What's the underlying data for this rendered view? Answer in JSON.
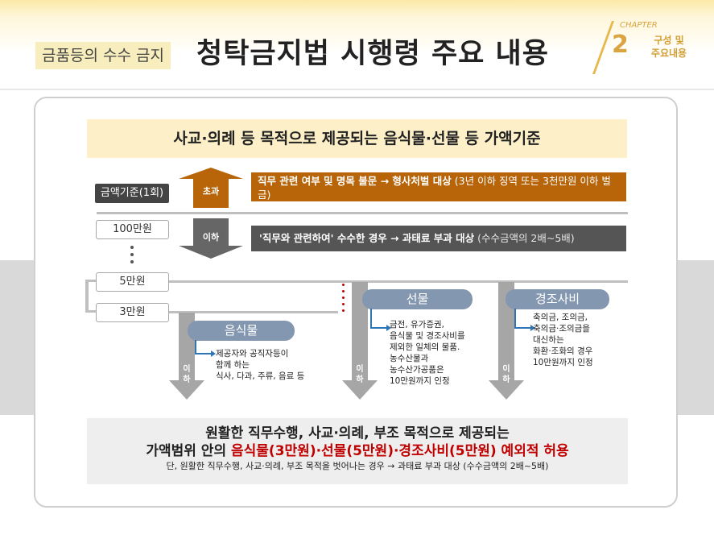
{
  "header": {
    "subtitle": "금품등의 수수 금지",
    "title": "청탁금지법 시행령 주요 내용",
    "chapter_word": "CHAPTER",
    "chapter_num": "2",
    "chapter_label_1": "구성 및",
    "chapter_label_2": "주요내용"
  },
  "banner": "사교·의례 등 목적으로 제공되는 음식물·선물 등 가액기준",
  "scale": {
    "amount_label": "금액기준(1회)",
    "levels": [
      "100만원",
      "5만원",
      "3만원"
    ]
  },
  "over": {
    "arrow_label": "초과",
    "bold": "직무 관련 여부 및 명목 불문  → 형사처벌 대상",
    "normal": " (3년 이하 징역 또는 3천만원 이하 벌금)"
  },
  "below": {
    "arrow_label": "이하",
    "bold": "'직무와 관련하여' 수수한 경우 → 과태료 부과 대상",
    "normal": " (수수금액의 2배~5배)"
  },
  "categories": [
    {
      "name": "음식물",
      "arrow_label_1": "이",
      "arrow_label_2": "하",
      "lines": [
        "제공자와 공직자등이",
        "함께 하는",
        "식사, 다과, 주류, 음료 등"
      ]
    },
    {
      "name": "선물",
      "arrow_label_1": "이",
      "arrow_label_2": "하",
      "lines": [
        "금전, 유가증권,",
        "음식물 및 경조사비를",
        "제외한 일체의 물품.",
        "농수산물과",
        "농수산가공품은",
        "10만원까지 인정"
      ]
    },
    {
      "name": "경조사비",
      "arrow_label_1": "이",
      "arrow_label_2": "하",
      "lines": [
        "축의금, 조의금,",
        "축의금·조의금을",
        "대신하는",
        "화환·조화의 경우",
        "10만원까지 인정"
      ]
    }
  ],
  "bottom": {
    "line1": "원활한 직무수행, 사교·의례, 부조 목적으로 제공되는",
    "line2_prefix": "가액범위 안의 ",
    "line2_red": "음식물(3만원)·선물(5만원)·경조사비(5만원) 예외적 허용",
    "line3": "단, 원활한 직무수행, 사교·의례, 부조 목적을 벗어나는 경우 → 과태료 부과 대상 (수수금액의 2배~5배)"
  },
  "colors": {
    "orange": "#b8650a",
    "dark_gray": "#555555",
    "pill_blue": "#8497b0",
    "red": "#c00000",
    "gold": "#d9a441"
  }
}
